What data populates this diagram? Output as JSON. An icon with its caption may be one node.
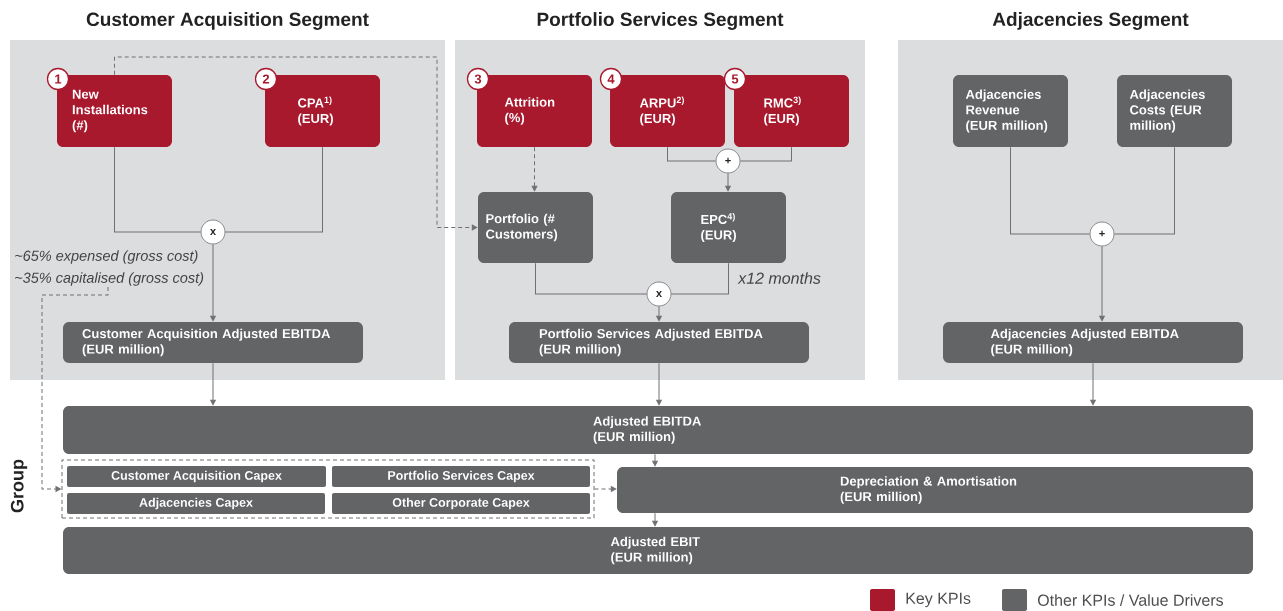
{
  "diagram": {
    "nodes": [
      {
        "text": [
          "Customer Acquisition Segment"
        ]
      },
      {
        "text": [
          "Portfolio Services Segment"
        ]
      },
      {
        "text": [
          "Adjacencies Segment"
        ]
      },
      {
        "text": [
          "New Installations (#)"
        ],
        "in": 0
      },
      {
        "text": [
          "CPA$^{1)}$ (EUR)"
        ],
        "in": 0
      },
      {
        "text": [
          "x"
        ],
        "in": 0
      },
      {
        "text": [
          "Customer Acquisition Adjusted EBITDA (EUR million)"
        ],
        "in": 0
      },
      {
        "text": [
          "~35% capitalised (gross cost)"
        ],
        "in": 0
      },
      {
        "text": [
          "Attrition (%)"
        ],
        "in": 1
      },
      {
        "text": [
          "ARPU$^{2)}$ (EUR)"
        ],
        "in": 1
      },
      {
        "text": [
          "RMC$^{3)}$ (EUR)"
        ],
        "in": 1
      },
      {
        "text": [
          "+"
        ],
        "in": 1
      },
      {
        "text": [
          "Portfolio (# Customers)"
        ],
        "in": 1
      },
      {
        "text": [
          "EPC$^{4)}$ (EUR)"
        ],
        "in": 1,
        "beside": [
          "x12 months"
        ]
      },
      {
        "text": [
          "x"
        ],
        "in": 1
      },
      {
        "text": [
          "Portfolio Services Adjusted EBITDA (EUR million)"
        ],
        "in": 1
      },
      {
        "text": [
          "Adjacencies Revenue (EUR million)"
        ],
        "in": 2
      },
      {
        "text": [
          "Adjacencies Costs (EUR million)"
        ],
        "in": 2
      },
      {
        "text": [
          "+"
        ],
        "in": 2
      },
      {
        "text": [
          "Adjacencies Adjusted EBITDA (EUR million)"
        ],
        "in": 2
      },
      {
        "text": [
          "Adjusted EBITDA (EUR million)"
        ]
      },
      {
        "text": [],
        "shape": "box"
      },
      {
        "text": [
          "Customer Acquisition Capex"
        ],
        "in": 21
      },
      {
        "text": [
          "Portfolio Services Capex"
        ],
        "in": 21
      },
      {
        "text": [
          "Adjacencies Capex"
        ],
        "in": 21
      },
      {
        "text": [
          "Other Corporate Capex"
        ],
        "in": 21
      },
      {
        "text": [
          "Depreciation & Amortisation (EUR million)"
        ]
      },
      {
        "text": [
          "Adjusted EBIT (EUR million)"
        ]
      }
    ],
    "edges": [
      {
        "from": 3,
        "to": 5,
        "arrow": "none"
      },
      {
        "from": 4,
        "to": 5,
        "arrow": "none"
      },
      {
        "from": 5,
        "to": 6,
        "arrow": "to",
        "label": "~65% expensed (gross cost)"
      },
      {
        "from": 3,
        "to": 12,
        "arrow": "to",
        "style": "dashed"
      },
      {
        "from": 8,
        "to": 12,
        "arrow": "to",
        "style": "dashed"
      },
      {
        "from": 9,
        "to": 11,
        "arrow": "none"
      },
      {
        "from": 10,
        "to": 11,
        "arrow": "none"
      },
      {
        "from": 11,
        "to": 13,
        "arrow": "to"
      },
      {
        "from": 12,
        "to": 14,
        "arrow": "none"
      },
      {
        "from": 13,
        "to": 14,
        "arrow": "none"
      },
      {
        "from": 14,
        "to": 15,
        "arrow": "to"
      },
      {
        "from": 16,
        "to": 18,
        "arrow": "none"
      },
      {
        "from": 17,
        "to": 18,
        "arrow": "none"
      },
      {
        "from": 18,
        "to": 19,
        "arrow": "to"
      },
      {
        "from": 6,
        "to": 20,
        "arrow": "to"
      },
      {
        "from": 15,
        "to": 20,
        "arrow": "to"
      },
      {
        "from": 19,
        "to": 20,
        "arrow": "to"
      },
      {
        "from": 20,
        "to": 26,
        "arrow": "to"
      },
      {
        "from": 26,
        "to": 27,
        "arrow": "to"
      },
      {
        "from": 21,
        "to": 26,
        "arrow": "to",
        "style": "dashed"
      },
      {
        "from": 7,
        "to": 21,
        "arrow": "to",
        "style": "dashed"
      }
    ],
    "labels": [
      "1",
      "2",
      "3",
      "4",
      "5",
      "Group"
    ],
    "legend": [
      {
        "text": "Key KPIs",
        "color": "#a8192e"
      },
      {
        "text": "Other KPIs / Value Drivers",
        "color": "#636466"
      }
    ]
  }
}
